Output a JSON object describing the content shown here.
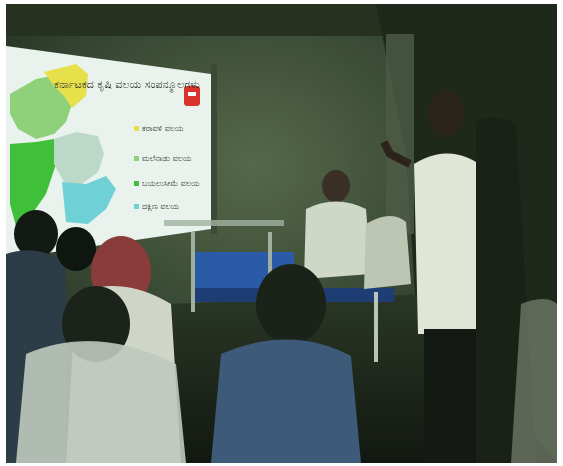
{
  "scene": {
    "description_icon": "photo-classroom-projector",
    "colors": {
      "wall": "#2c3b28",
      "screen": "#e9f2ec",
      "karnataka_green": "#3fbf3a",
      "karnataka_yellow": "#e6e14a",
      "karnataka_cyan": "#6fd0d6",
      "slide_logo_red": "#d9342b",
      "bed_blue": "#2b5aa6"
    }
  },
  "slide": {
    "title": "ಕರ್ನಾಟಕದ ಕೃಷಿ ವಲಯ ಸಂಪನ್ಮೂಲಗಳು",
    "legend": [
      {
        "label": "ಕರಾವಳಿ ವಲಯ",
        "color": "#e6e14a"
      },
      {
        "label": "ಮಲೆನಾಡು ವಲಯ",
        "color": "#8fd07a"
      },
      {
        "label": "ಬಯಲುಸೀಮೆ ವಲಯ",
        "color": "#3fbf3a"
      },
      {
        "label": "ದಕ್ಷಿಣ ವಲಯ",
        "color": "#6fd0d6"
      }
    ]
  }
}
